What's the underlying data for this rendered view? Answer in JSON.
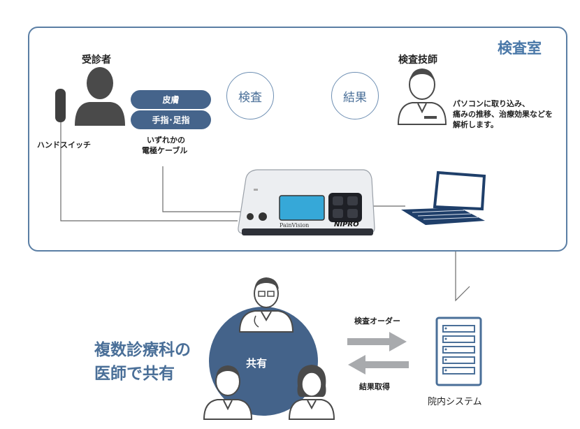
{
  "room": {
    "title": "検査室"
  },
  "patient": {
    "label": "受診者"
  },
  "hand_switch": {
    "label": "ハンドスイッチ"
  },
  "electrodes": {
    "skin": "皮膚",
    "finger": "手指･足指",
    "cable_line1": "いずれかの",
    "cable_line2": "電極ケーブル"
  },
  "steps": {
    "exam": "検査",
    "result": "結果"
  },
  "technician": {
    "label": "検査技師",
    "desc_line1": "パソコンに取り込み、",
    "desc_line2": "痛みの推移、治療効果などを",
    "desc_line3": "解析します。"
  },
  "device": {
    "brand": "PainVision",
    "maker": "NIPRO"
  },
  "sharing": {
    "heading_line1": "複数診療科の",
    "heading_line2": "医師で共有",
    "center_label": "共有"
  },
  "arrows": {
    "order": "検査オーダー",
    "result": "結果取得"
  },
  "system": {
    "label": "院内システム"
  },
  "colors": {
    "accent": "#4a6f98",
    "dark_blue": "#45648b",
    "grey": "#4a4a4a"
  }
}
